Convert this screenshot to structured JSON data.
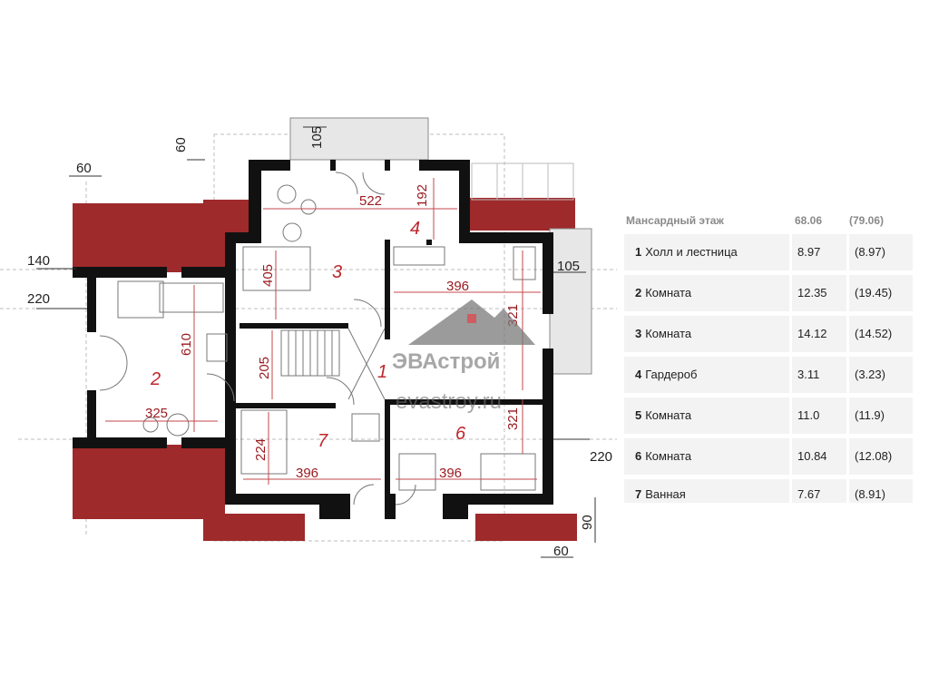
{
  "plan": {
    "rooms": [
      {
        "id": "1",
        "label": "1"
      },
      {
        "id": "2",
        "label": "2"
      },
      {
        "id": "3",
        "label": "3"
      },
      {
        "id": "4",
        "label": "4"
      },
      {
        "id": "6",
        "label": "6"
      },
      {
        "id": "7",
        "label": "7"
      }
    ],
    "dimensions": {
      "d60_top": "60",
      "d60_left": "60",
      "d105_top": "105",
      "d105_right": "105",
      "d140": "140",
      "d220_left": "220",
      "d220_right": "220",
      "d90": "90",
      "d60_bottom": "60",
      "d522": "522",
      "d192": "192",
      "d405": "405",
      "d396_top": "396",
      "d321_top": "321",
      "d610": "610",
      "d325": "325",
      "d205": "205",
      "d321_bottom": "321",
      "d224": "224",
      "d396_left": "396",
      "d396_right": "396"
    },
    "colors": {
      "roof": "#9e2a2b",
      "wall": "#111111",
      "dimension": "#9b1b20",
      "room_number": "#c0262c"
    }
  },
  "watermark": {
    "brand": "ЭВАстрой",
    "url": "evastroy.ru"
  },
  "area_table": {
    "header": {
      "title": "Мансардный этаж",
      "area": "68.06",
      "area_total": "(79.06)"
    },
    "rows": [
      {
        "num": "1",
        "name": "Холл и лестница",
        "area": "8.97",
        "area_total": "(8.97)"
      },
      {
        "num": "2",
        "name": "Комната",
        "area": "12.35",
        "area_total": "(19.45)"
      },
      {
        "num": "3",
        "name": "Комната",
        "area": "14.12",
        "area_total": "(14.52)"
      },
      {
        "num": "4",
        "name": "Гардероб",
        "area": "3.11",
        "area_total": "(3.23)"
      },
      {
        "num": "5",
        "name": "Комната",
        "area": "11.0",
        "area_total": "(11.9)"
      },
      {
        "num": "6",
        "name": "Комната",
        "area": "10.84",
        "area_total": "(12.08)"
      },
      {
        "num": "7",
        "name": "Ванная",
        "area": "7.67",
        "area_total": "(8.91)"
      }
    ]
  }
}
